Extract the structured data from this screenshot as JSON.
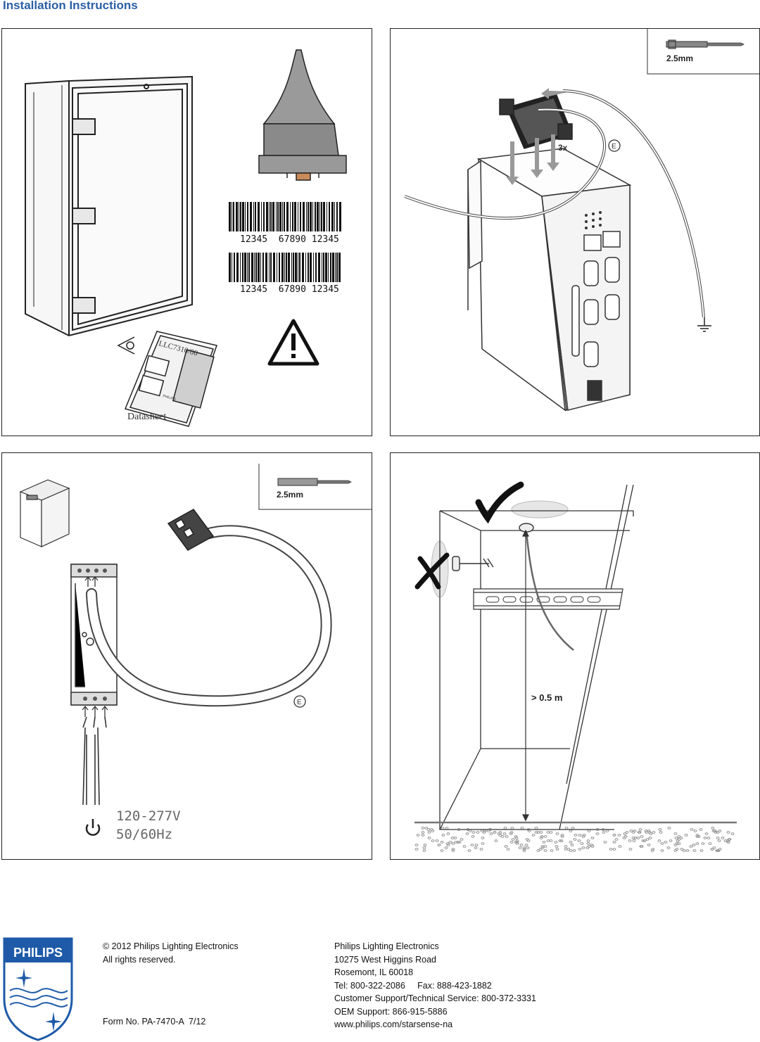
{
  "header": {
    "title": "Installation Instructions"
  },
  "panel1": {
    "barcode_number_1": "12345  67890 12345",
    "barcode_number_2": "12345  67890 12345",
    "booklet_code": "LLC7310/00",
    "booklet_brand": "PHILIPS",
    "datasheet_label": "Datasheet"
  },
  "panel2": {
    "screwdriver_size": "2.5mm",
    "connector_count": "3x",
    "earth_marker": "E"
  },
  "panel3": {
    "screwdriver_size": "2.5mm",
    "earth_marker": "E",
    "voltage": "120-277V",
    "frequency": "50/60Hz"
  },
  "panel4": {
    "distance_label": "> 0.5 m"
  },
  "footer": {
    "logo_text": "PHILIPS",
    "copyright_line1": "© 2012 Philips Lighting Electronics",
    "copyright_line2": "All rights reserved.",
    "form_number": "Form No. PA-7470-A  7/12",
    "company": "Philips Lighting Electronics",
    "address1": "10275 West Higgins Road",
    "address2": "Rosemont, IL 60018",
    "phone": "Tel: 800-322-2086     Fax: 888-423-1882",
    "support": "Customer Support/Technical Service: 800-372-3331",
    "oem": "OEM Support: 866-915-5886",
    "website": "www.philips.com/starsense-na"
  },
  "colors": {
    "title_blue": "#2b5fa6",
    "philips_blue": "#1e5aa8"
  }
}
